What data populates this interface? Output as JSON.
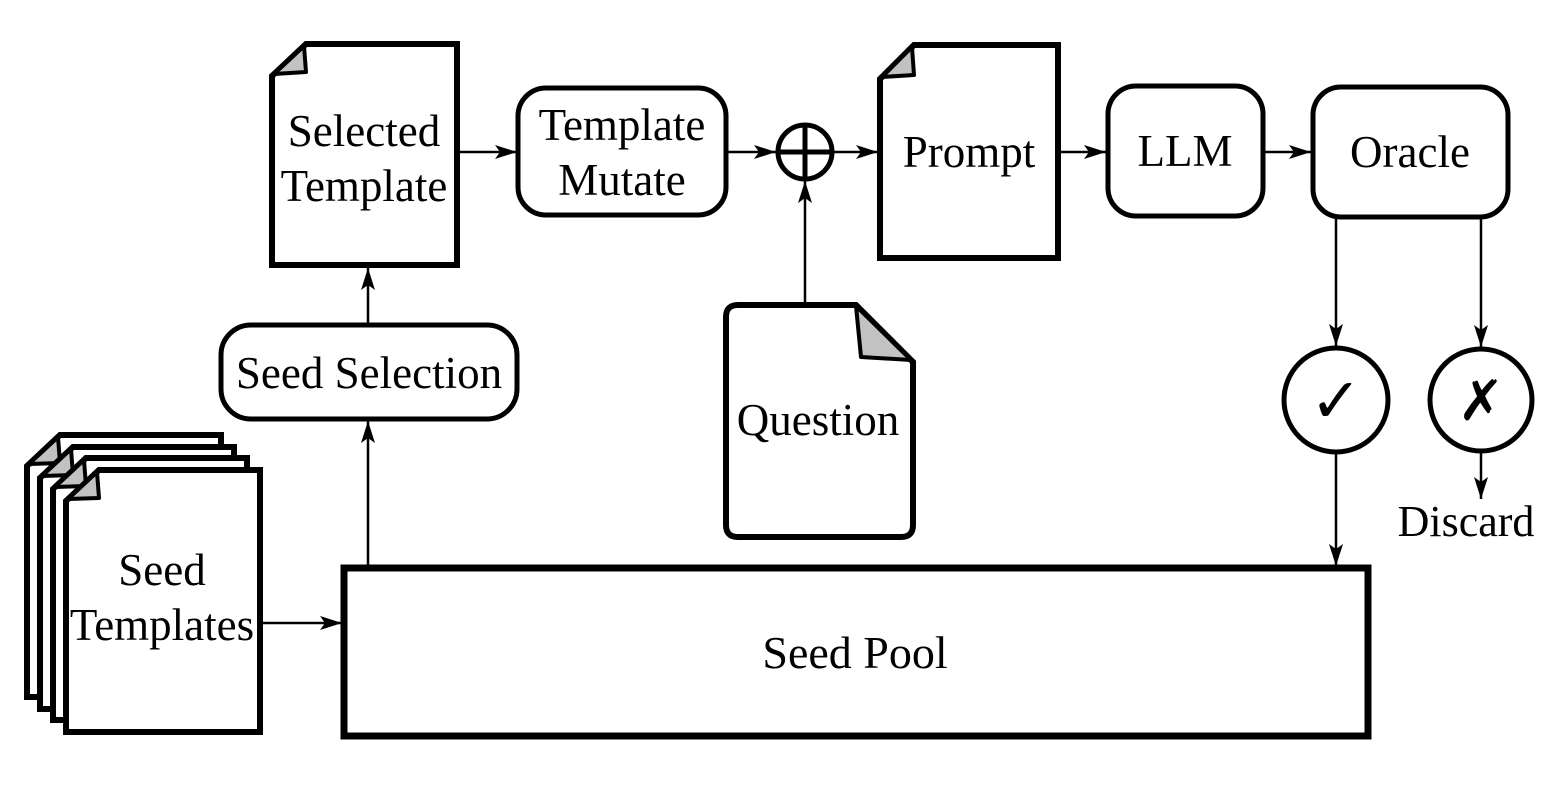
{
  "colors": {
    "background": "#ffffff",
    "stroke": "#000000",
    "text": "#000000",
    "fold_fill": "#c2c2c2"
  },
  "nodes": {
    "selected_template": {
      "shape": "document",
      "line1": "Selected",
      "line2": "Template"
    },
    "template_mutate": {
      "shape": "rounded-box",
      "line1": "Template",
      "line2": "Mutate"
    },
    "combine": {
      "shape": "circle-plus-operator",
      "symbol": "⊕"
    },
    "question": {
      "shape": "document",
      "label": "Question"
    },
    "prompt": {
      "shape": "document",
      "label": "Prompt"
    },
    "llm": {
      "shape": "rounded-box",
      "label": "LLM"
    },
    "oracle": {
      "shape": "rounded-box",
      "label": "Oracle"
    },
    "pass": {
      "shape": "circle",
      "symbol": "✓"
    },
    "fail": {
      "shape": "circle",
      "symbol": "✗"
    },
    "discard": {
      "shape": "text",
      "label": "Discard"
    },
    "seed_selection": {
      "shape": "rounded-box",
      "label": "Seed Selection"
    },
    "seed_templates": {
      "shape": "document-stack",
      "pages": 4,
      "line1": "Seed",
      "line2": "Templates"
    },
    "seed_pool": {
      "shape": "rectangle",
      "label": "Seed Pool"
    }
  },
  "edges": [
    {
      "from": "seed_templates",
      "to": "seed_pool"
    },
    {
      "from": "seed_pool",
      "to": "seed_selection"
    },
    {
      "from": "seed_selection",
      "to": "selected_template"
    },
    {
      "from": "selected_template",
      "to": "template_mutate"
    },
    {
      "from": "template_mutate",
      "to": "combine"
    },
    {
      "from": "question",
      "to": "combine"
    },
    {
      "from": "combine",
      "to": "prompt"
    },
    {
      "from": "prompt",
      "to": "llm"
    },
    {
      "from": "llm",
      "to": "oracle"
    },
    {
      "from": "oracle",
      "to": "pass"
    },
    {
      "from": "oracle",
      "to": "fail"
    },
    {
      "from": "pass",
      "to": "seed_pool"
    },
    {
      "from": "fail",
      "to": "discard"
    }
  ]
}
